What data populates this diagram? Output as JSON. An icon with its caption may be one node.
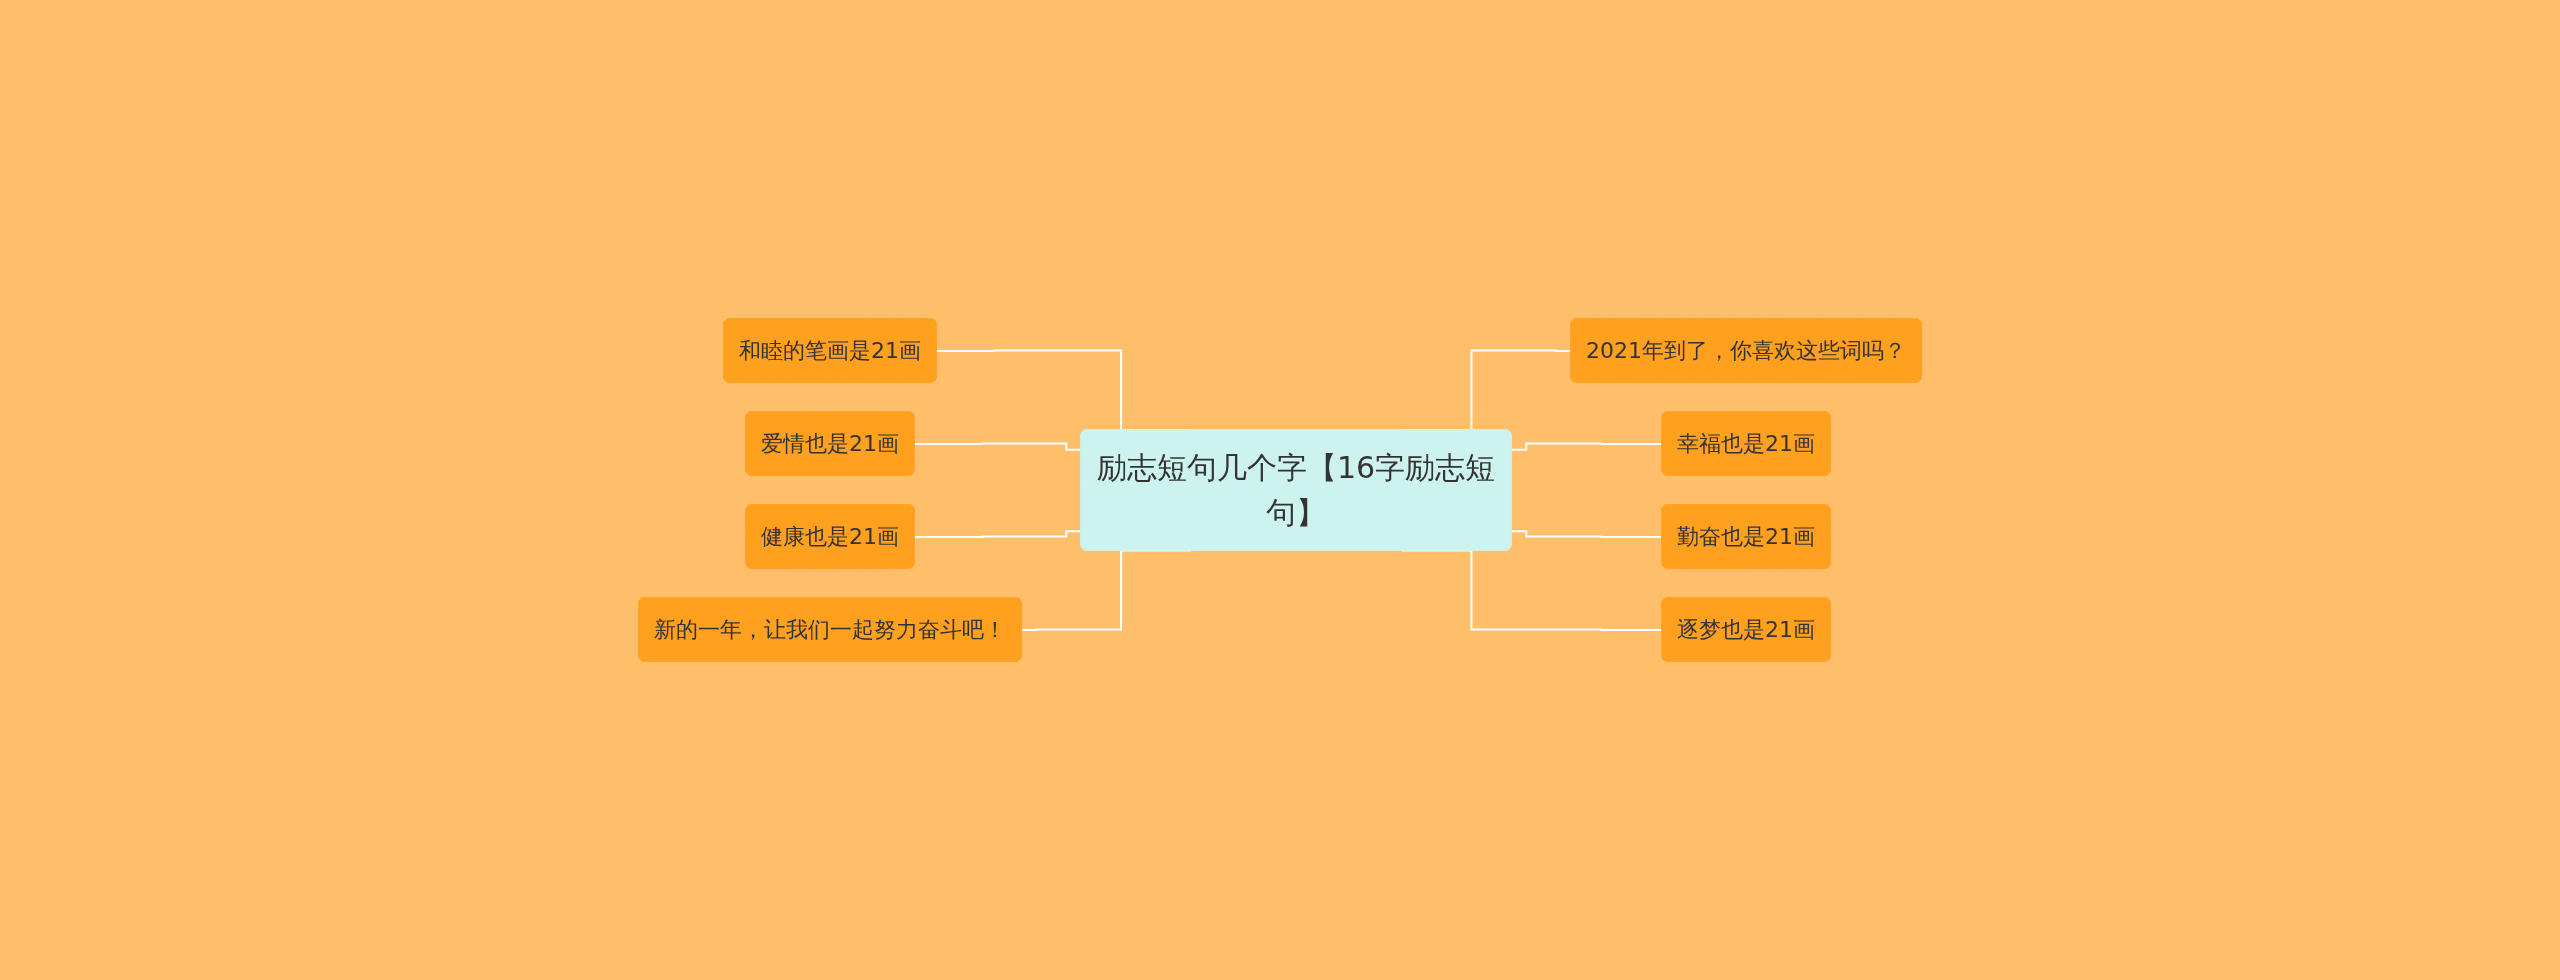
{
  "diagram": {
    "nodes": [
      {
        "text": [
          "励志短句几个字【16字励志短句】"
        ]
      },
      {
        "text": [
          "和睦的笔画是21画"
        ]
      },
      {
        "text": [
          "爱情也是21画"
        ]
      },
      {
        "text": [
          "健康也是21画"
        ]
      },
      {
        "text": [
          "新的一年，让我们一起努力奋斗吧！"
        ]
      },
      {
        "text": [
          "2021年到了，你喜欢这些词吗？"
        ]
      },
      {
        "text": [
          "幸福也是21画"
        ]
      },
      {
        "text": [
          "勤奋也是21画"
        ]
      },
      {
        "text": [
          "逐梦也是21画"
        ]
      }
    ],
    "edges": [
      {
        "from": 1,
        "to": 0,
        "arrow": "none"
      },
      {
        "from": 2,
        "to": 0,
        "arrow": "none"
      },
      {
        "from": 3,
        "to": 0,
        "arrow": "none"
      },
      {
        "from": 4,
        "to": 0,
        "arrow": "none"
      },
      {
        "from": 0,
        "to": 5,
        "arrow": "none"
      },
      {
        "from": 0,
        "to": 6,
        "arrow": "none"
      },
      {
        "from": 0,
        "to": 7,
        "arrow": "none"
      },
      {
        "from": 0,
        "to": 8,
        "arrow": "none"
      }
    ]
  }
}
